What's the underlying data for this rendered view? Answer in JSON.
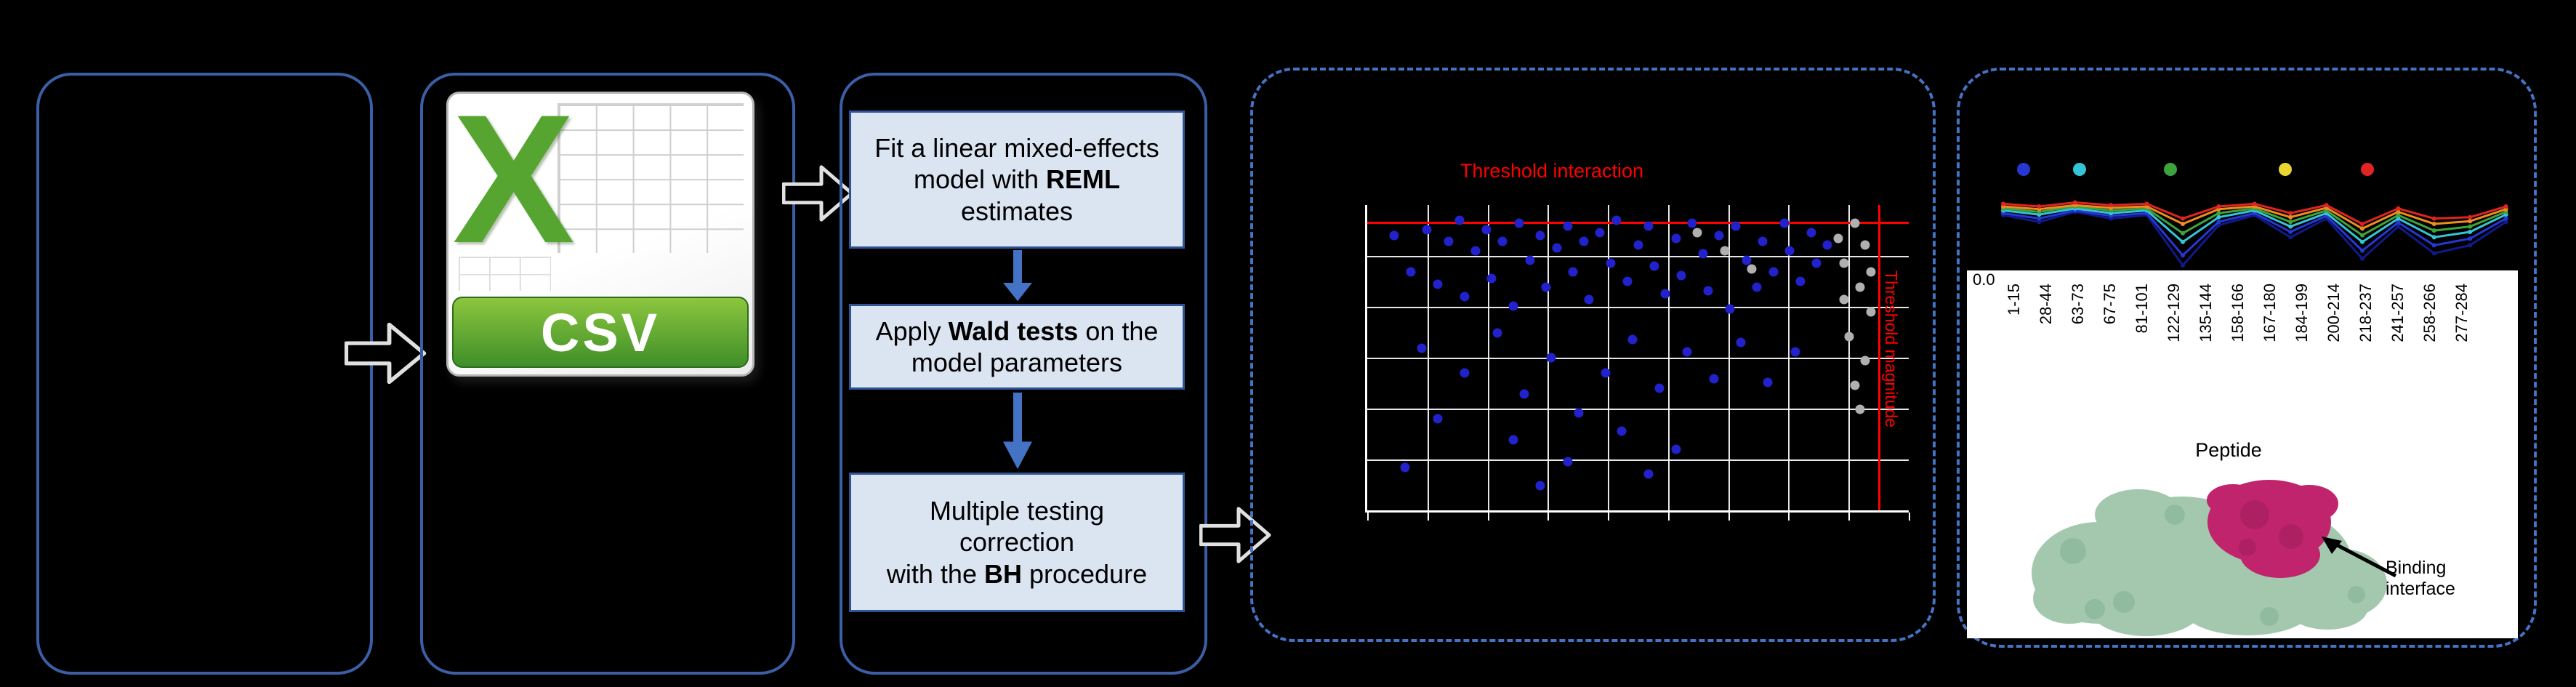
{
  "colors": {
    "background": "#000000",
    "panel_border": "#3b5ea6",
    "dashed_border": "#4472c4",
    "box_fill": "#dbe5f2",
    "box_border": "#2f5496",
    "down_arrow": "#4472c4",
    "flow_arrow_stroke": "#e0e0e0",
    "threshold_red": "#ff0000",
    "volcano_point_blue": "#2222cc",
    "volcano_point_gray": "#b0b0b0",
    "csv_green": "#57a531",
    "protein_green": "#a3c8ae",
    "protein_green_dark": "#86b394",
    "binding_magenta": "#c0246c",
    "binding_magenta_dark": "#9c1d57"
  },
  "csv_icon": {
    "x_glyph": "X",
    "label": "CSV"
  },
  "stats_boxes": {
    "box1": {
      "pre": "Fit a linear mixed-effects model with ",
      "bold": "REML",
      "post": " estimates"
    },
    "box2": {
      "pre": "Apply ",
      "bold": "Wald tests",
      "post": " on the model parameters"
    },
    "box3": {
      "line1": "Multiple testing",
      "line2": "correction",
      "pre": "with the ",
      "bold": "BH",
      "post": " procedure"
    }
  },
  "volcano": {
    "type": "scatter",
    "title": "Threshold interaction",
    "side_label": "Threshold magnitude",
    "grid": {
      "cols": 9,
      "rows": 6
    },
    "threshold_h_frac": 0.055,
    "threshold_v_frac": 0.943,
    "blue_points": [
      [
        0.05,
        0.1
      ],
      [
        0.08,
        0.22
      ],
      [
        0.11,
        0.08
      ],
      [
        0.13,
        0.26
      ],
      [
        0.15,
        0.12
      ],
      [
        0.17,
        0.05
      ],
      [
        0.18,
        0.3
      ],
      [
        0.2,
        0.15
      ],
      [
        0.22,
        0.08
      ],
      [
        0.23,
        0.24
      ],
      [
        0.25,
        0.12
      ],
      [
        0.27,
        0.33
      ],
      [
        0.28,
        0.06
      ],
      [
        0.3,
        0.18
      ],
      [
        0.32,
        0.1
      ],
      [
        0.33,
        0.27
      ],
      [
        0.35,
        0.14
      ],
      [
        0.37,
        0.07
      ],
      [
        0.38,
        0.22
      ],
      [
        0.4,
        0.12
      ],
      [
        0.41,
        0.31
      ],
      [
        0.43,
        0.09
      ],
      [
        0.45,
        0.19
      ],
      [
        0.46,
        0.05
      ],
      [
        0.48,
        0.25
      ],
      [
        0.5,
        0.13
      ],
      [
        0.52,
        0.07
      ],
      [
        0.53,
        0.2
      ],
      [
        0.55,
        0.29
      ],
      [
        0.57,
        0.11
      ],
      [
        0.58,
        0.23
      ],
      [
        0.6,
        0.06
      ],
      [
        0.62,
        0.16
      ],
      [
        0.63,
        0.28
      ],
      [
        0.65,
        0.1
      ],
      [
        0.67,
        0.34
      ],
      [
        0.68,
        0.07
      ],
      [
        0.7,
        0.18
      ],
      [
        0.72,
        0.27
      ],
      [
        0.73,
        0.12
      ],
      [
        0.75,
        0.22
      ],
      [
        0.77,
        0.06
      ],
      [
        0.78,
        0.15
      ],
      [
        0.8,
        0.25
      ],
      [
        0.82,
        0.09
      ],
      [
        0.83,
        0.19
      ],
      [
        0.85,
        0.13
      ],
      [
        0.1,
        0.47
      ],
      [
        0.18,
        0.55
      ],
      [
        0.24,
        0.42
      ],
      [
        0.29,
        0.62
      ],
      [
        0.34,
        0.5
      ],
      [
        0.39,
        0.68
      ],
      [
        0.44,
        0.55
      ],
      [
        0.49,
        0.44
      ],
      [
        0.54,
        0.6
      ],
      [
        0.59,
        0.48
      ],
      [
        0.64,
        0.57
      ],
      [
        0.69,
        0.45
      ],
      [
        0.27,
        0.77
      ],
      [
        0.37,
        0.84
      ],
      [
        0.47,
        0.74
      ],
      [
        0.13,
        0.7
      ],
      [
        0.07,
        0.86
      ],
      [
        0.57,
        0.8
      ],
      [
        0.32,
        0.92
      ],
      [
        0.52,
        0.88
      ],
      [
        0.74,
        0.58
      ],
      [
        0.79,
        0.48
      ]
    ],
    "gray_points": [
      [
        0.9,
        0.06
      ],
      [
        0.92,
        0.13
      ],
      [
        0.88,
        0.19
      ],
      [
        0.91,
        0.27
      ],
      [
        0.93,
        0.35
      ],
      [
        0.89,
        0.43
      ],
      [
        0.92,
        0.51
      ],
      [
        0.9,
        0.59
      ],
      [
        0.87,
        0.11
      ],
      [
        0.93,
        0.22
      ],
      [
        0.91,
        0.67
      ],
      [
        0.88,
        0.31
      ],
      [
        0.61,
        0.09
      ],
      [
        0.71,
        0.21
      ],
      [
        0.66,
        0.15
      ]
    ]
  },
  "uptake_chart": {
    "type": "line",
    "y_tick": "0.0",
    "legend_dots": [
      {
        "color": "#2637d4",
        "x": 38
      },
      {
        "color": "#35c4d7",
        "x": 115
      },
      {
        "color": "#3da43d",
        "x": 240
      },
      {
        "color": "#e8d532",
        "x": 398
      },
      {
        "color": "#e02424",
        "x": 511
      }
    ],
    "series": [
      {
        "name": "dark-blue",
        "color": "#101a8c",
        "values": [
          -0.25,
          -0.35,
          -0.2,
          -0.3,
          -0.25,
          -1.0,
          -0.4,
          -0.25,
          -0.58,
          -0.3,
          -0.9,
          -0.42,
          -0.82,
          -0.7,
          -0.35
        ]
      },
      {
        "name": "blue",
        "color": "#2637d4",
        "values": [
          -0.22,
          -0.3,
          -0.18,
          -0.26,
          -0.22,
          -0.85,
          -0.35,
          -0.22,
          -0.5,
          -0.26,
          -0.78,
          -0.36,
          -0.7,
          -0.6,
          -0.3
        ]
      },
      {
        "name": "cyan",
        "color": "#35c4d7",
        "values": [
          -0.18,
          -0.24,
          -0.15,
          -0.22,
          -0.18,
          -0.65,
          -0.28,
          -0.18,
          -0.42,
          -0.22,
          -0.65,
          -0.3,
          -0.58,
          -0.5,
          -0.24
        ]
      },
      {
        "name": "green",
        "color": "#3da43d",
        "values": [
          -0.15,
          -0.2,
          -0.12,
          -0.18,
          -0.15,
          -0.52,
          -0.22,
          -0.15,
          -0.35,
          -0.18,
          -0.55,
          -0.25,
          -0.48,
          -0.42,
          -0.2
        ]
      },
      {
        "name": "orange",
        "color": "#f08c1e",
        "values": [
          -0.12,
          -0.16,
          -0.1,
          -0.14,
          -0.12,
          -0.38,
          -0.16,
          -0.12,
          -0.28,
          -0.14,
          -0.45,
          -0.2,
          -0.38,
          -0.34,
          -0.16
        ]
      },
      {
        "name": "red",
        "color": "#e02424",
        "values": [
          -0.08,
          -0.12,
          -0.06,
          -0.1,
          -0.08,
          -0.3,
          -0.12,
          -0.08,
          -0.22,
          -0.1,
          -0.38,
          -0.15,
          -0.3,
          -0.28,
          -0.12
        ]
      }
    ]
  },
  "peptide_axis": {
    "labels": [
      "1-15",
      "28-44",
      "63-73",
      "67-75",
      "81-101",
      "122-129",
      "135-144",
      "158-166",
      "167-180",
      "184-199",
      "200-214",
      "218-237",
      "241-257",
      "258-266",
      "277-284"
    ],
    "title": "Peptide"
  },
  "structure": {
    "annotation": "Binding interface"
  }
}
